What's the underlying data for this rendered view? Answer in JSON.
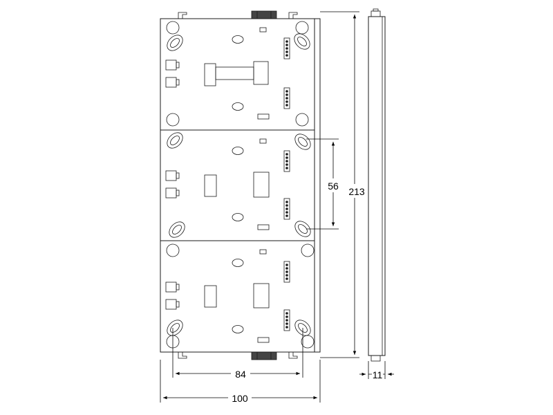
{
  "dimensions": {
    "height_overall": "213",
    "hole_spacing_vertical": "56",
    "hole_spacing_horizontal": "84",
    "width_overall": "100",
    "depth": "11"
  }
}
